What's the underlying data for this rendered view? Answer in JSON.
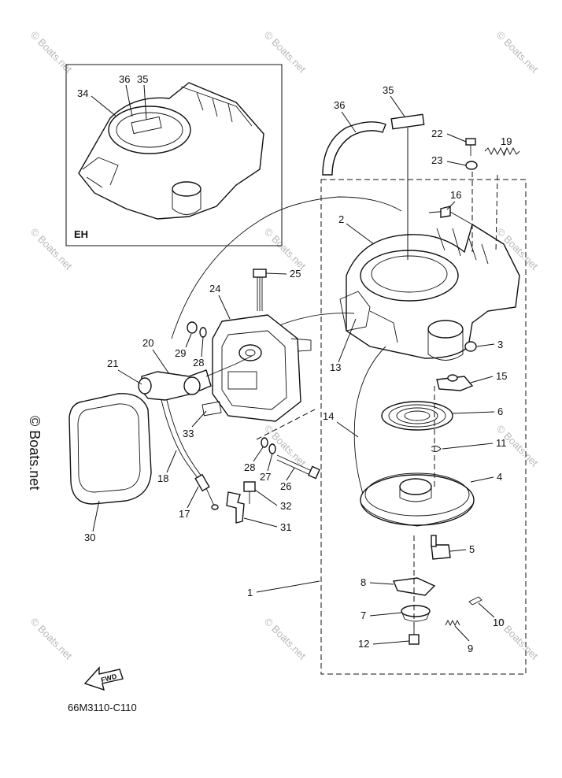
{
  "diagram": {
    "inset_label": "EH",
    "part_code": "66M3110-C110",
    "fwd_label": "FWD",
    "callouts": {
      "c1": "1",
      "c2": "2",
      "c3": "3",
      "c4": "4",
      "c5": "5",
      "c6": "6",
      "c7": "7",
      "c8": "8",
      "c9": "9",
      "c10": "10",
      "c11": "11",
      "c12": "12",
      "c13": "13",
      "c14": "14",
      "c15": "15",
      "c16": "16",
      "c17": "17",
      "c18": "18",
      "c19": "19",
      "c20": "20",
      "c21": "21",
      "c22": "22",
      "c23": "23",
      "c24": "24",
      "c25": "25",
      "c26": "26",
      "c27": "27",
      "c28a": "28",
      "c28b": "28",
      "c29": "29",
      "c30": "30",
      "c31": "31",
      "c32": "32",
      "c33": "33",
      "c34": "34",
      "c35a": "35",
      "c35b": "35",
      "c36a": "36",
      "c36b": "36"
    }
  },
  "watermark": {
    "text": "© Boats.net"
  }
}
